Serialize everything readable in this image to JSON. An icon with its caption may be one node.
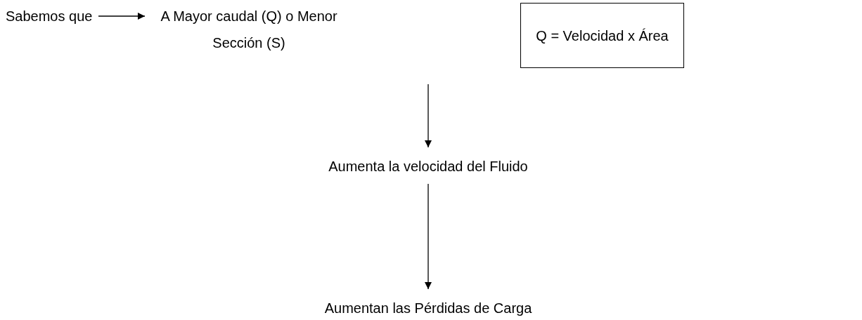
{
  "diagram": {
    "nodes": [
      {
        "text": [
          "Sabemos que"
        ]
      },
      {
        "text": [
          "A Mayor caudal (Q) o Menor Sección (S)"
        ]
      },
      {
        "text": [
          "Aumenta la velocidad del Fluido"
        ]
      },
      {
        "text": [
          "Aumentan las Pérdidas de Carga"
        ]
      },
      {
        "text": [
          "Q = Velocidad x Área"
        ]
      }
    ],
    "edges": [
      {
        "from": 0,
        "to": 1,
        "arrow": "to"
      },
      {
        "from": null,
        "to": 2,
        "arrow": "to"
      },
      {
        "from": 2,
        "to": 3,
        "arrow": "to"
      }
    ]
  }
}
